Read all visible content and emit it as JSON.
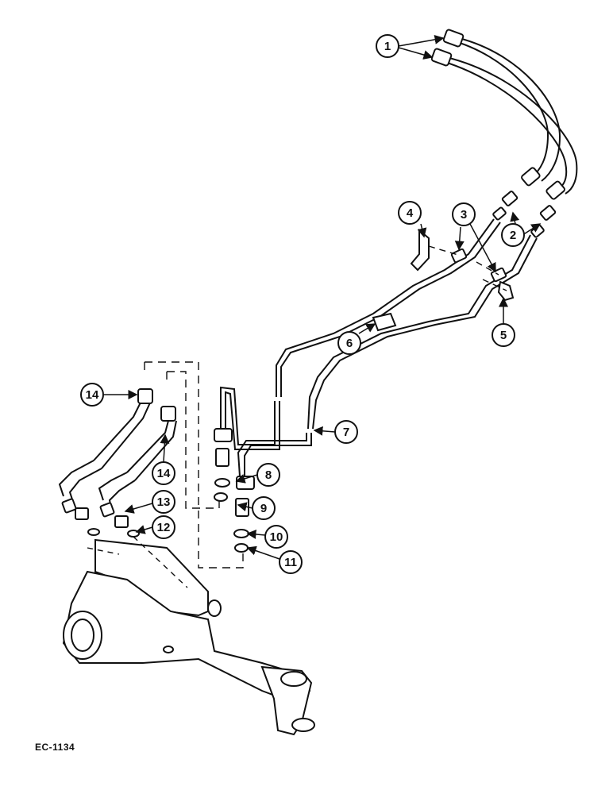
{
  "callouts": [
    {
      "num": "1"
    },
    {
      "num": "2"
    },
    {
      "num": "3"
    },
    {
      "num": "4"
    },
    {
      "num": "5"
    },
    {
      "num": "6"
    },
    {
      "num": "7"
    },
    {
      "num": "8"
    },
    {
      "num": "9"
    },
    {
      "num": "10"
    },
    {
      "num": "11"
    },
    {
      "num": "12"
    },
    {
      "num": "13"
    },
    {
      "num": "14"
    },
    {
      "num": "14"
    }
  ],
  "doc_code": "EC-1134",
  "colors": {
    "ink": "#111111",
    "paper": "#ffffff"
  }
}
